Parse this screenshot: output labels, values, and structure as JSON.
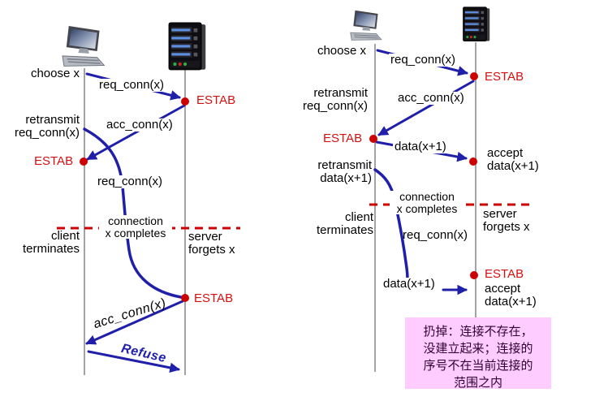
{
  "colors": {
    "arrow_blue": "#1f1faa",
    "estab_red": "#d41010",
    "marker_red": "#cc0000",
    "timeline_gray": "#a3a3a3",
    "note_background": "#ffccff",
    "note_text": "#330033"
  },
  "left_diagram": {
    "choose_x": "choose x",
    "msg_req_conn_1": "req_conn(x)",
    "estab_server": "ESTAB",
    "retransmit_req_conn": "retransmit\nreq_conn(x)",
    "msg_acc_conn_1": "acc_conn(x)",
    "estab_client": "ESTAB",
    "msg_req_conn_2": "req_conn(x)",
    "connection_completes": "connection\nx completes",
    "client_terminates": "client\nterminates",
    "server_forgets_x": "server\nforgets x",
    "estab_server_2": "ESTAB",
    "msg_acc_conn_2": "acc_conn(x)",
    "msg_refuse": "Refuse"
  },
  "right_diagram": {
    "choose_x": "choose x",
    "msg_req_conn_1": "req_conn(x)",
    "estab_server": "ESTAB",
    "retransmit_req_conn": "retransmit\nreq_conn(x)",
    "msg_acc_conn": "acc_conn(x)",
    "estab_client": "ESTAB",
    "msg_data_1": "data(x+1)",
    "accept_data_1": "accept\ndata(x+1)",
    "retransmit_data": "retransmit\ndata(x+1)",
    "connection_completes": "connection\nx completes",
    "client_terminates": "client\nterminates",
    "server_forgets_x": "server\nforgets x",
    "msg_req_conn_2": "req_conn(x)",
    "msg_data_2": "data(x+1)",
    "estab_server_2": "ESTAB",
    "accept_data_2": "accept\ndata(x+1)",
    "note_text": "扔掉：连接不存在，\n没建立起来；连接的\n序号不在当前连接的\n范围之内"
  }
}
